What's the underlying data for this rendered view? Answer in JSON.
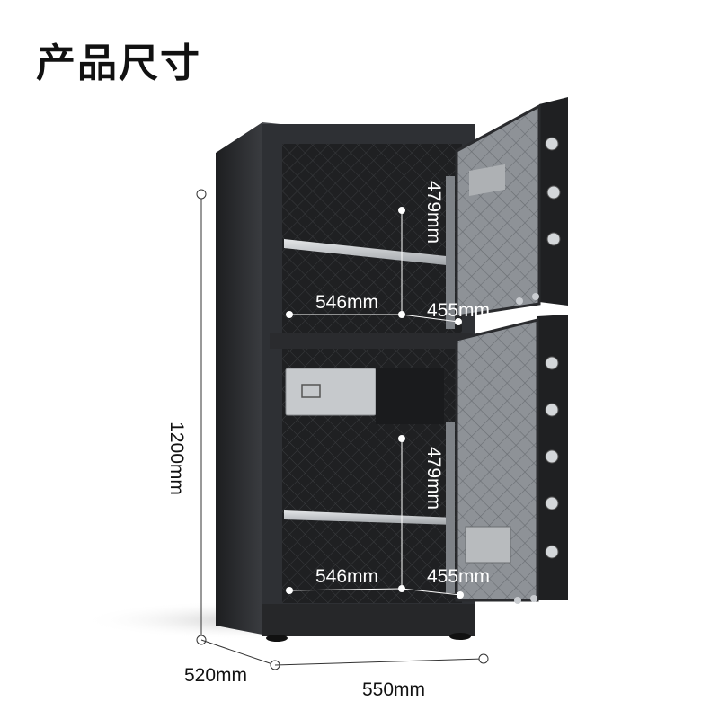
{
  "title": "产品尺寸",
  "dimensions": {
    "height": "1200mm",
    "depth": "520mm",
    "width": "550mm",
    "upper_compartment": {
      "inner_height": "479mm",
      "inner_width": "546mm",
      "inner_depth": "455mm"
    },
    "lower_compartment": {
      "inner_height": "479mm",
      "inner_width": "546mm",
      "inner_depth": "455mm"
    }
  },
  "colors": {
    "body": "#2b2d30",
    "door_panel": "#8d9196",
    "interior": "#1e1f21",
    "shelf": "#c9cccf",
    "knob": "#d4d7da"
  }
}
